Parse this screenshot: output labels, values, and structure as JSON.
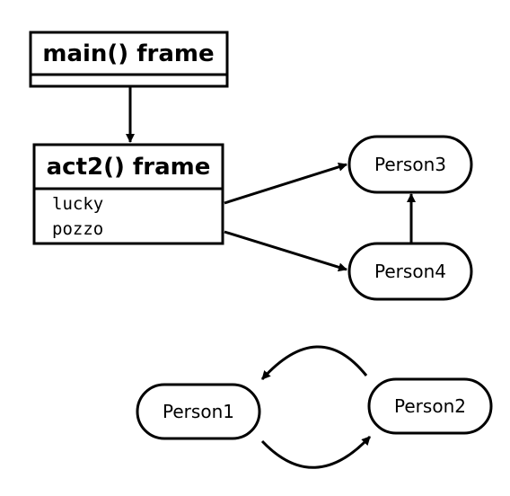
{
  "frames": {
    "main": {
      "title": "main() frame",
      "variables": []
    },
    "act2": {
      "title": "act2() frame",
      "variables": [
        "lucky",
        "pozzo"
      ]
    }
  },
  "objects": {
    "person1": "Person1",
    "person2": "Person2",
    "person3": "Person3",
    "person4": "Person4"
  },
  "references": [
    {
      "from": "main() frame",
      "to": "act2() frame"
    },
    {
      "from": "lucky",
      "to": "Person3"
    },
    {
      "from": "pozzo",
      "to": "Person4"
    },
    {
      "from": "Person4",
      "to": "Person3"
    },
    {
      "from": "Person1",
      "to": "Person2"
    },
    {
      "from": "Person2",
      "to": "Person1"
    }
  ]
}
